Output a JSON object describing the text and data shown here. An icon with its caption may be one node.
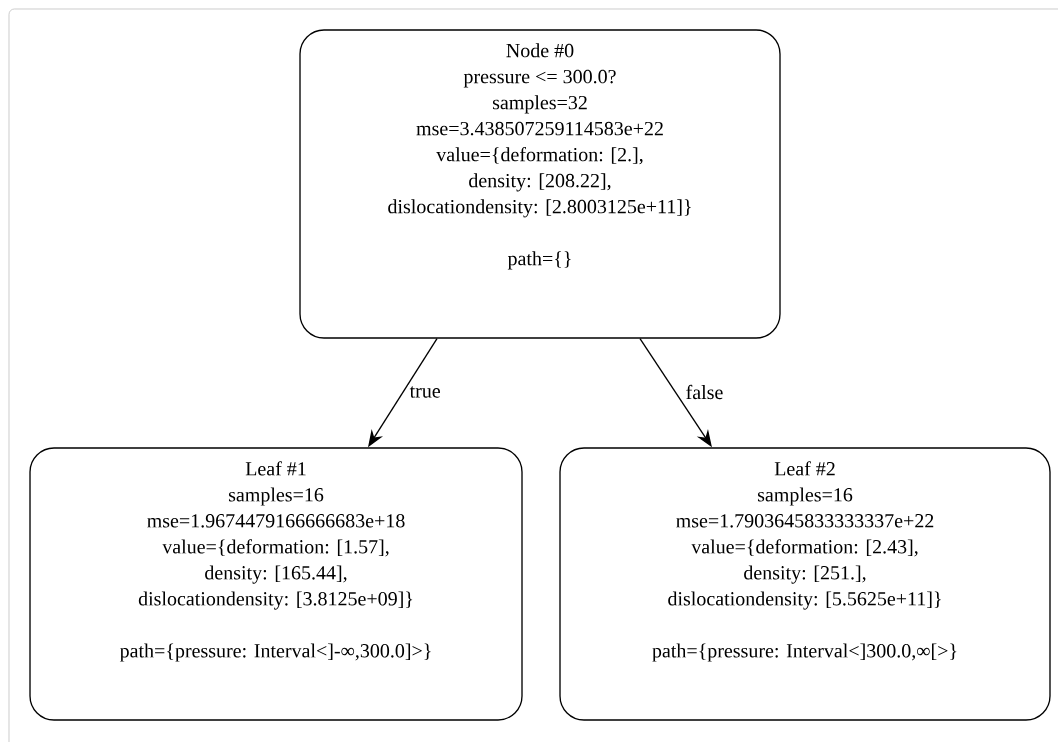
{
  "diagram": {
    "nodes": [
      {
        "text": [
          "Node #0",
          "pressure <= 300.0?",
          "samples=32",
          "mse=3.438507259114583e+22",
          "value={deformation: [2.],",
          "density: [208.22],",
          "dislocationdensity: [2.8003125e+11]}",
          "path={}"
        ]
      },
      {
        "text": [
          "Leaf #1",
          "samples=16",
          "mse=1.9674479166666683e+18",
          "value={deformation: [1.57],",
          "density: [165.44],",
          "dislocationdensity: [3.8125e+09]}",
          "path={pressure: Interval<]-∞,300.0]>}"
        ]
      },
      {
        "text": [
          "Leaf #2",
          "samples=16",
          "mse=1.7903645833333337e+22",
          "value={deformation: [2.43],",
          "density: [251.],",
          "dislocationdensity: [5.5625e+11]}",
          "path={pressure: Interval<]300.0,∞[>}"
        ]
      }
    ],
    "edges": [
      {
        "from": 0,
        "to": 1,
        "arrow": "to",
        "label": "true"
      },
      {
        "from": 0,
        "to": 2,
        "arrow": "to",
        "label": "false"
      }
    ]
  }
}
